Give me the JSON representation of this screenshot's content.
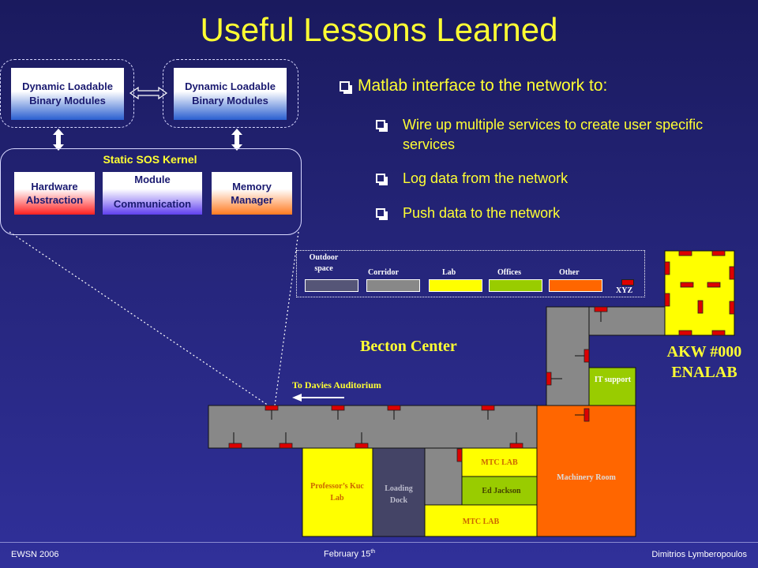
{
  "title": "Useful Lessons Learned",
  "modules": {
    "left_loadable": "Dynamic Loadable Binary Modules",
    "right_loadable": "Dynamic Loadable Binary Modules",
    "kernel_title": "Static SOS Kernel",
    "hardware": "Hardware Abstraction",
    "module_top": "Module",
    "module_bottom": "Communication",
    "memory": "Memory Manager"
  },
  "bullets": {
    "main": "Matlab interface to the network to:",
    "subs": [
      "Wire up multiple services to create user specific services",
      "Log data from the network",
      "Push data to the network"
    ]
  },
  "legend": {
    "items": [
      {
        "label": "Outdoor space",
        "color": "#555577"
      },
      {
        "label": "Corridor",
        "color": "#888888"
      },
      {
        "label": "Lab",
        "color": "#ffff00"
      },
      {
        "label": "Offices",
        "color": "#99cc00"
      },
      {
        "label": "Other",
        "color": "#ff6600"
      }
    ],
    "xyz": "XYZ"
  },
  "map": {
    "becton": "Becton Center",
    "to_davies": "To Davies Auditorium",
    "akw_line1": "AKW #000",
    "akw_line2": "ENALAB",
    "it_support": "IT support",
    "professors_lab": "Professor’s Kuc Lab",
    "loading_dock": "Loading Dock",
    "mtc_lab_top": "MTC LAB",
    "ed_jackson": "Ed Jackson",
    "mtc_lab_bottom": "MTC LAB",
    "machinery_room": "Machinery Room"
  },
  "footer": {
    "left": "EWSN 2006",
    "center": "February 15",
    "center_sup": "th",
    "right": "Dimitrios Lymberopoulos"
  },
  "colors": {
    "title": "#ffff33",
    "corridor": "#888888",
    "lab": "#ffff00",
    "offices": "#99cc00",
    "other": "#ff6600",
    "outdoor": "#555577",
    "sensor": "#dd0000"
  }
}
